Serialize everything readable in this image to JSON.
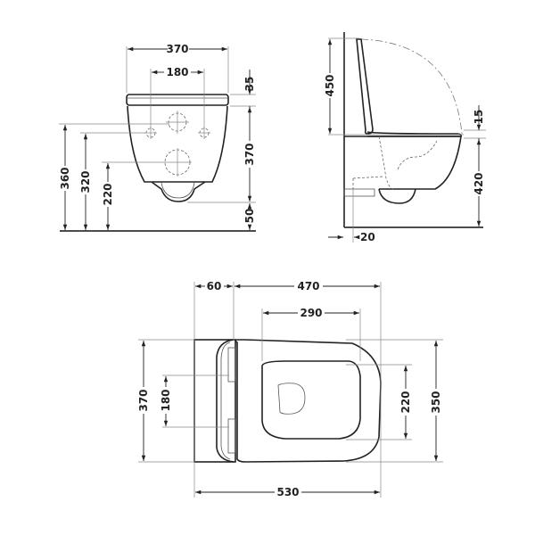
{
  "views": {
    "front": {
      "label": "front-view",
      "dimensions": {
        "overall_width": "370",
        "fixing_centres": "180",
        "seat_thickness": "35",
        "bowl_height": "370",
        "bottom_clearance": "50",
        "height_top_hole": "360",
        "height_fixing_holes": "320",
        "height_waste": "220"
      }
    },
    "side": {
      "label": "side-view",
      "dimensions": {
        "lid_open_height": "450",
        "seat_thickness": "15",
        "rim_height": "420",
        "wall_gap": "20"
      }
    },
    "top": {
      "label": "top-view",
      "dimensions": {
        "frame_depth": "60",
        "pan_projection": "470",
        "bowl_opening_length": "290",
        "overall_depth": "530",
        "frame_width": "370",
        "fixing_centres": "180",
        "bowl_opening_width": "220",
        "pan_width": "350"
      }
    }
  },
  "colors": {
    "line": "#222222",
    "background": "#ffffff"
  }
}
